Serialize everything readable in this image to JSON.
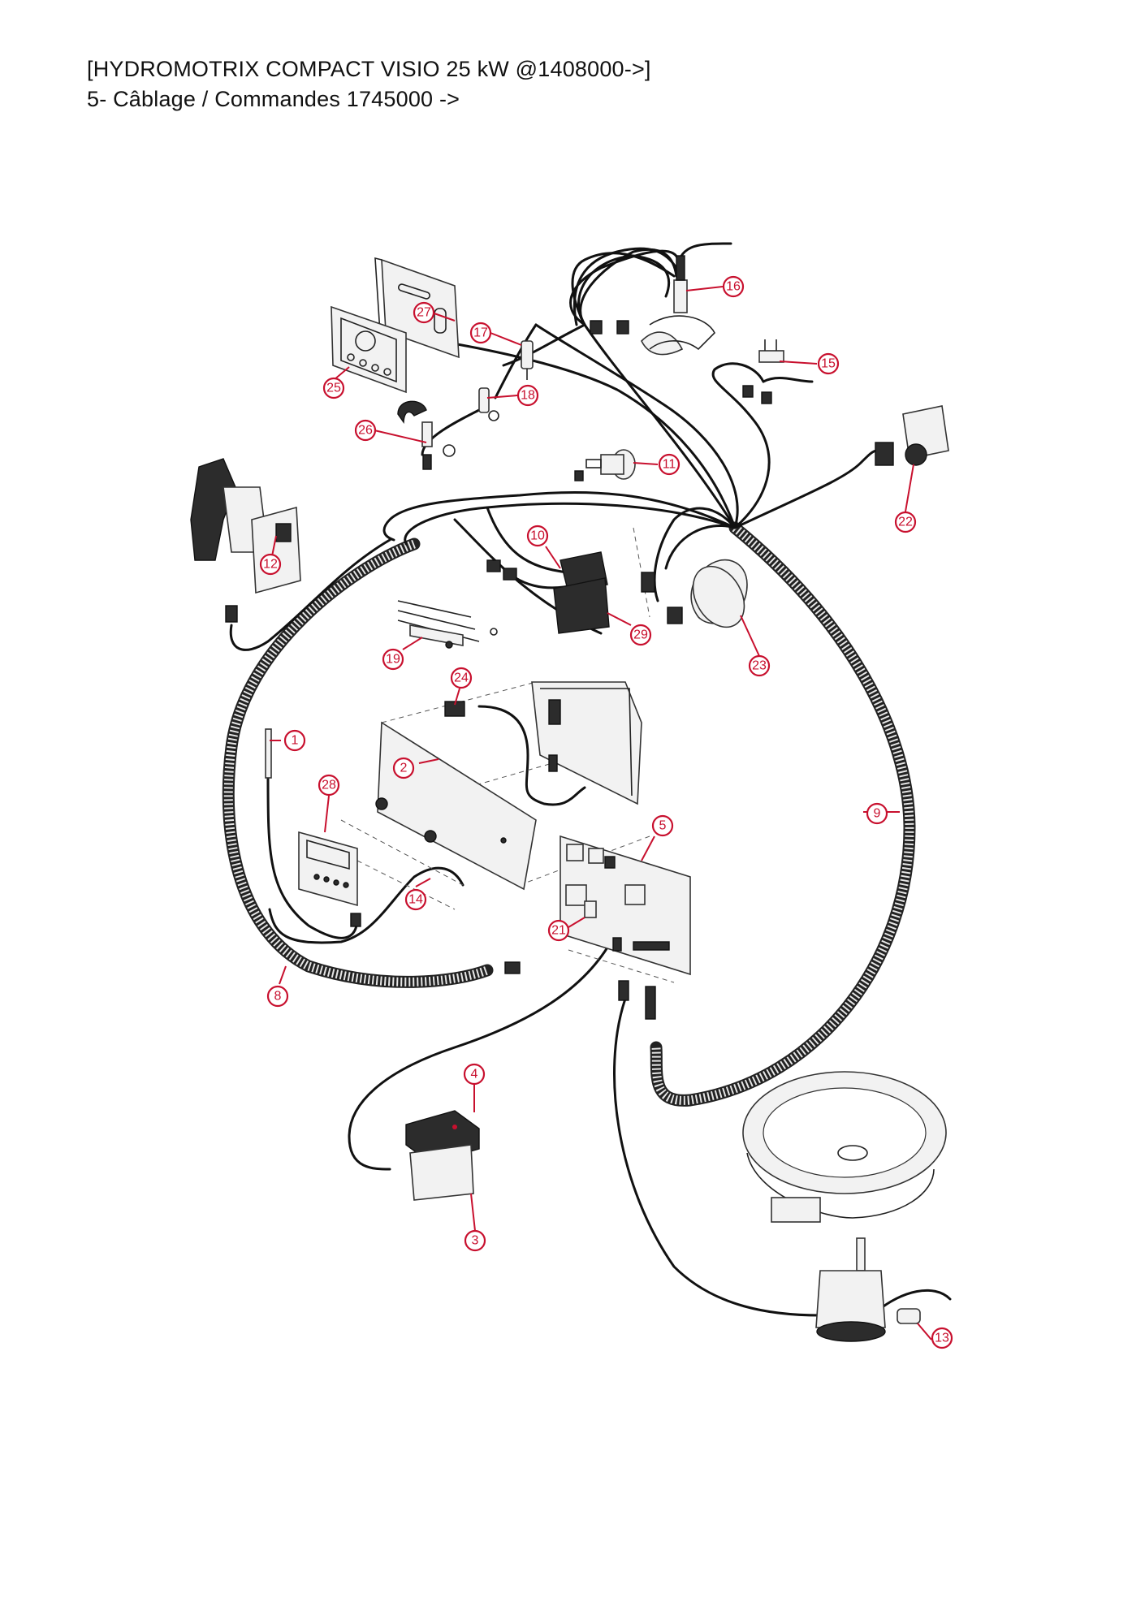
{
  "header": {
    "line1": "[HYDROMOTRIX COMPACT VISIO 25 kW @1408000->]",
    "line2": "5- Câblage / Commandes 1745000 ->"
  },
  "callouts": [
    "1",
    "2",
    "3",
    "4",
    "5",
    "8",
    "9",
    "10",
    "11",
    "12",
    "13",
    "14",
    "15",
    "16",
    "17",
    "18",
    "19",
    "21",
    "22",
    "23",
    "24",
    "25",
    "26",
    "27",
    "28",
    "29"
  ],
  "colors": {
    "callout": "#c8102e",
    "wire": "#111111",
    "part_fill": "#f2f2f2",
    "dark_part": "#2c2c2c"
  }
}
